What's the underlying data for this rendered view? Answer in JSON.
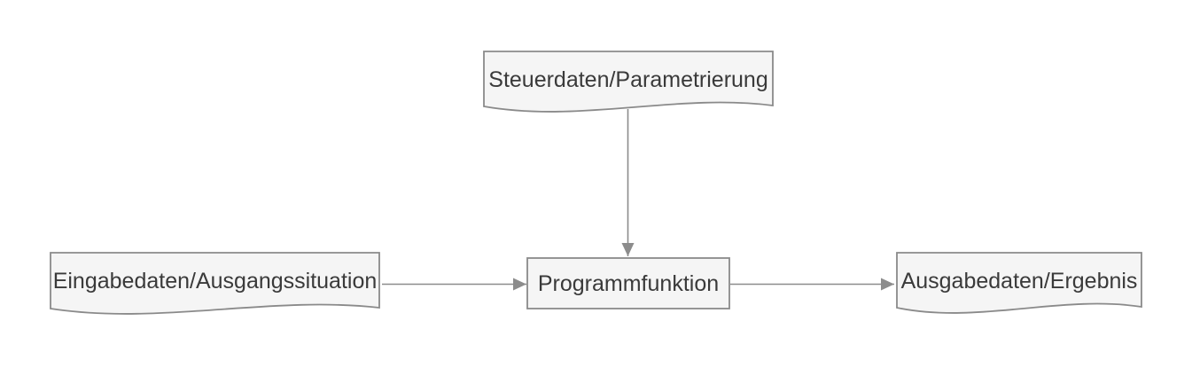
{
  "diagram": {
    "type": "flowchart",
    "colors": {
      "background": "#ffffff",
      "node_fill": "#f5f5f5",
      "node_border": "#8a8a8a",
      "arrow": "#8c8c8c",
      "text": "#3a3a3a"
    },
    "nodes": {
      "control": {
        "label": "Steuerdaten/Parametrierung",
        "shape": "document"
      },
      "input": {
        "label": "Eingabedaten/Ausgangssituation",
        "shape": "document"
      },
      "process": {
        "label": "Programmfunktion",
        "shape": "rectangle"
      },
      "output": {
        "label": "Ausgabedaten/Ergebnis",
        "shape": "document"
      }
    },
    "edges": [
      {
        "from": "input",
        "to": "process",
        "style": "arrow"
      },
      {
        "from": "control",
        "to": "process",
        "style": "arrow"
      },
      {
        "from": "process",
        "to": "output",
        "style": "arrow"
      }
    ]
  }
}
